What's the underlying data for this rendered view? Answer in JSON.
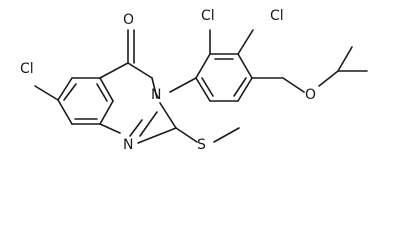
{
  "molecule": {
    "atoms": {
      "cl_left": "Cl",
      "cl_top_a": "Cl",
      "cl_top_b": "Cl",
      "o_carbonyl": "O",
      "n3": "N",
      "n1": "N",
      "s_methylthio": "S",
      "o_ether": "O"
    }
  }
}
